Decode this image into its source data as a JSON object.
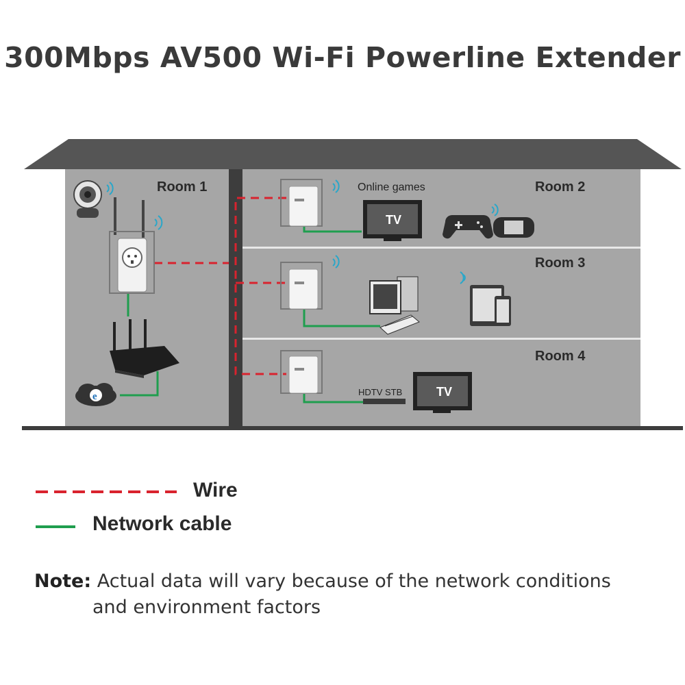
{
  "title": "300Mbps AV500 Wi-Fi  Powerline Extender",
  "rooms": {
    "room1": "Room 1",
    "room2": "Room 2",
    "room3": "Room 3",
    "room4": "Room 4"
  },
  "labels": {
    "online_games": "Online games",
    "tv_room2": "TV",
    "tv_room4": "TV",
    "hdtv_stb": "HDTV STB"
  },
  "legend": {
    "wire": "Wire",
    "network_cable": "Network cable"
  },
  "note": {
    "label": "Note:",
    "line1": " Actual data will vary because of the network conditions",
    "line2": "and environment factors"
  },
  "colors": {
    "wire": "#d9232e",
    "network_cable": "#1f9e4e",
    "roof": "#555555",
    "walls": "#a6a6a6",
    "structure": "#3d3d3d"
  },
  "icons": [
    "ip-camera-icon",
    "wifi-icon",
    "extender-icon",
    "router-icon",
    "internet-icon",
    "powerline-adapter-icon",
    "tv-icon",
    "gamepad-icon",
    "handheld-console-icon",
    "desktop-computer-icon",
    "tablet-icon",
    "phone-icon",
    "set-top-box-icon"
  ]
}
